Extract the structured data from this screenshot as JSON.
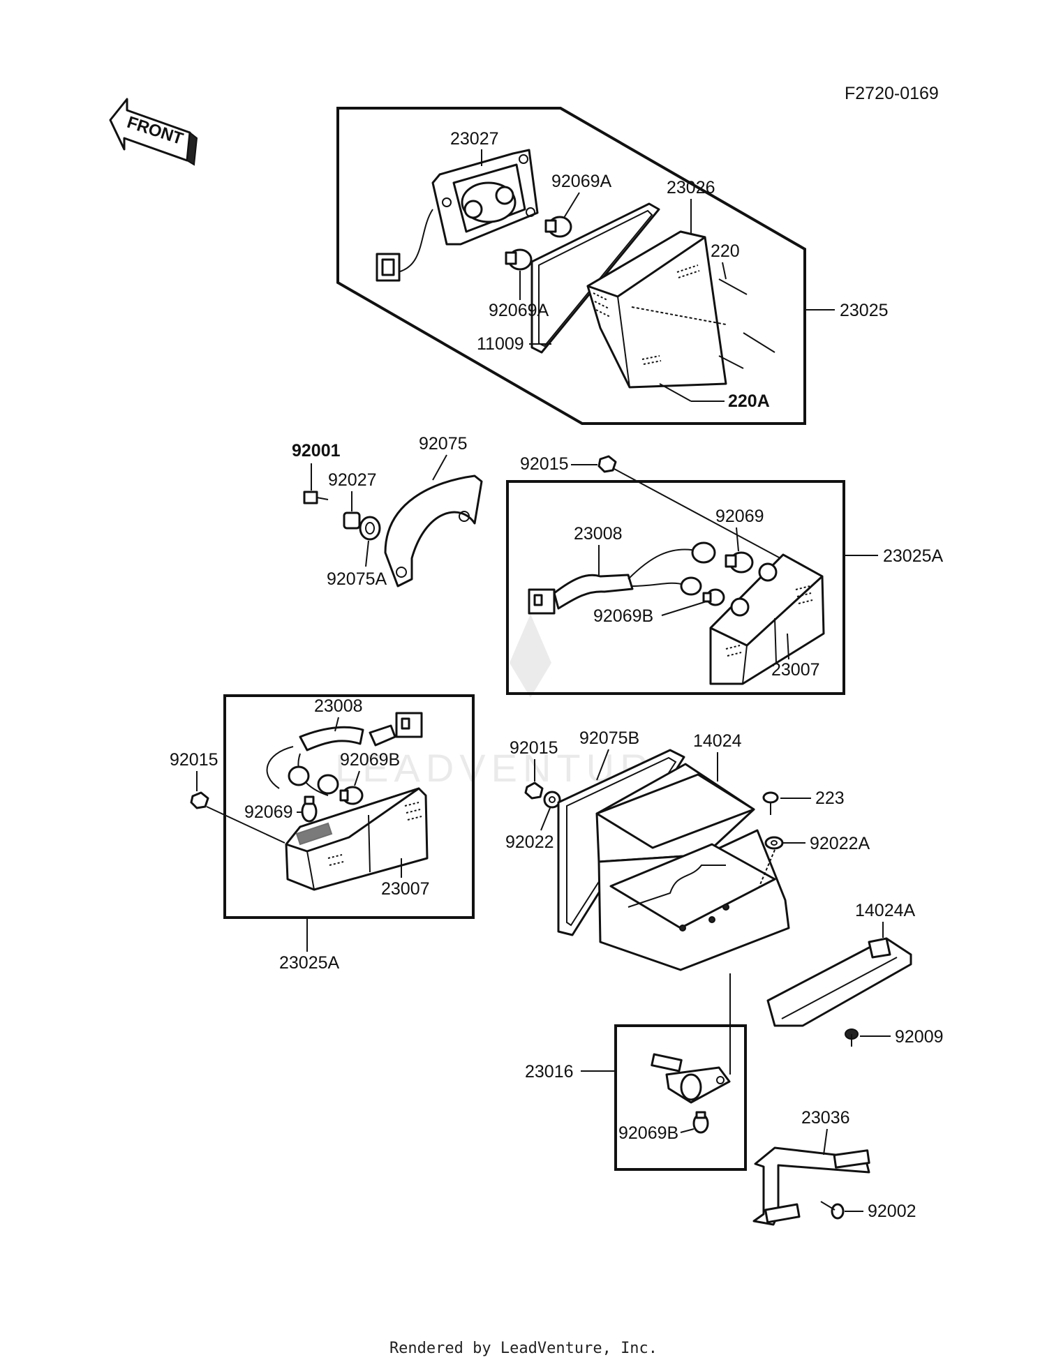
{
  "diagram_id": "F2720-0169",
  "front_label": "FRONT",
  "footer": "Rendered by LeadVenture, Inc.",
  "watermark": "LEADVENTURE",
  "callouts": {
    "p23027": "23027",
    "p92069A_top": "92069A",
    "p23026": "23026",
    "p220": "220",
    "p92069A_bot": "92069A",
    "p11009": "11009",
    "p23025": "23025",
    "p220A": "220A",
    "p92001": "92001",
    "p92027": "92027",
    "p92075": "92075",
    "p92075A": "92075A",
    "p92015_r": "92015",
    "p92069_r": "92069",
    "p23008_r": "23008",
    "p23025A_r": "23025A",
    "p92069B_r": "92069B",
    "p23007_r": "23007",
    "p23008_l": "23008",
    "p92015_l": "92015",
    "p92069B_l": "92069B",
    "p92069_l": "92069",
    "p23007_l": "23007",
    "p23025A_l": "23025A",
    "p92015_c": "92015",
    "p92075B": "92075B",
    "p14024": "14024",
    "p223": "223",
    "p92022": "92022",
    "p92022A": "92022A",
    "p14024A": "14024A",
    "p92009": "92009",
    "p23016": "23016",
    "p92069B_c": "92069B",
    "p23036": "23036",
    "p92002": "92002"
  }
}
